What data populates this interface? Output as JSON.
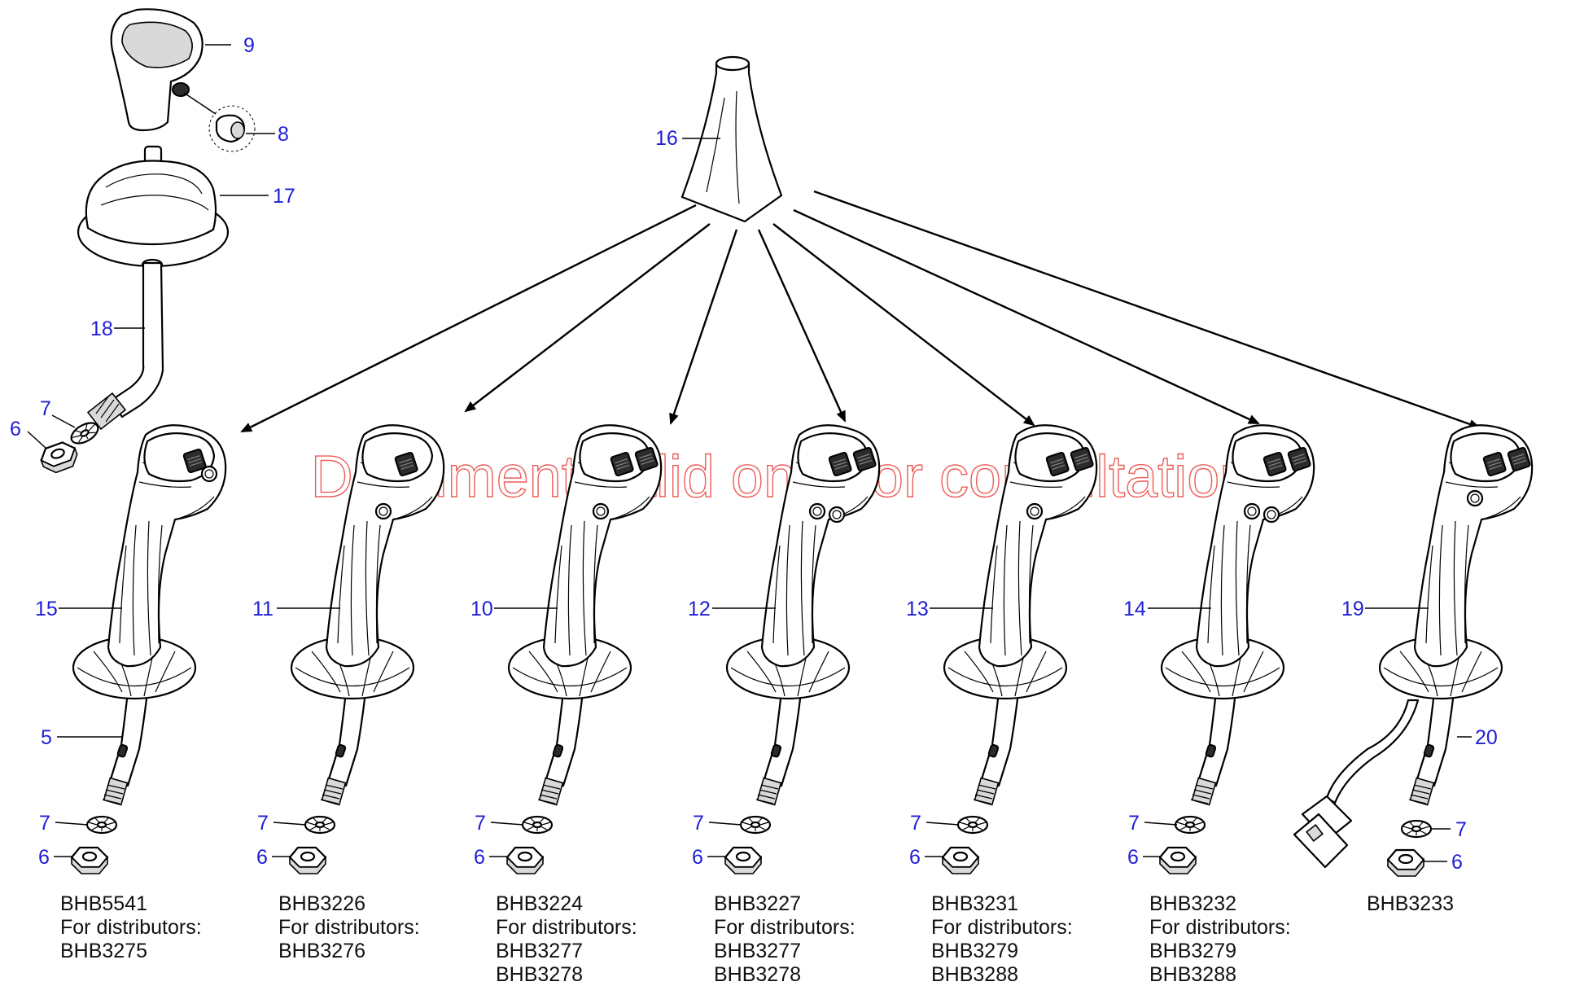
{
  "watermark": "Document valid only for consultation",
  "callouts": {
    "c9": "9",
    "c8": "8",
    "c17": "17",
    "c18": "18",
    "c7_top": "7",
    "c6_top": "6",
    "c16": "16",
    "c15": "15",
    "c11": "11",
    "c10": "10",
    "c12": "12",
    "c13": "13",
    "c14": "14",
    "c19": "19",
    "c5": "5",
    "c20": "20"
  },
  "handles": [
    {
      "callout": "15",
      "washer": "7",
      "nut": "6",
      "caption": [
        "BHB5541",
        "For distributors:",
        "BHB3275"
      ]
    },
    {
      "callout": "11",
      "washer": "7",
      "nut": "6",
      "caption": [
        "BHB3226",
        "For distributors:",
        "BHB3276"
      ]
    },
    {
      "callout": "10",
      "washer": "7",
      "nut": "6",
      "caption": [
        "BHB3224",
        "For distributors:",
        "BHB3277",
        "BHB3278"
      ]
    },
    {
      "callout": "12",
      "washer": "7",
      "nut": "6",
      "caption": [
        "BHB3227",
        "For distributors:",
        "BHB3277",
        "BHB3278"
      ]
    },
    {
      "callout": "13",
      "washer": "7",
      "nut": "6",
      "caption": [
        "BHB3231",
        "For distributors:",
        "BHB3279",
        "BHB3288"
      ]
    },
    {
      "callout": "14",
      "washer": "7",
      "nut": "6",
      "caption": [
        "BHB3232",
        "For distributors:",
        "BHB3279",
        "BHB3288"
      ]
    },
    {
      "callout": "19",
      "washer": "7",
      "nut": "6",
      "caption": [
        "BHB3233"
      ]
    }
  ]
}
